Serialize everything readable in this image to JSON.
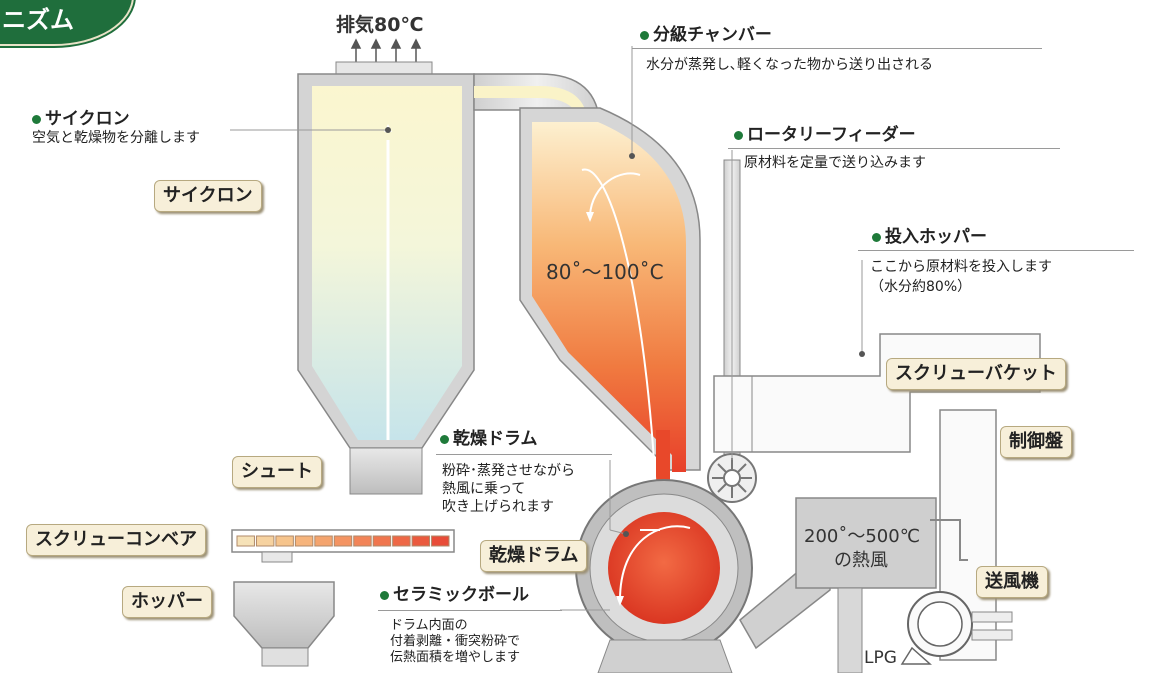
{
  "header": {
    "banner_text": "ニズム"
  },
  "exhaust": {
    "label": "排気80℃"
  },
  "annotations": {
    "cyclone": {
      "title": "サイクロン",
      "desc": "空気と乾燥物を分離します"
    },
    "classifier": {
      "title": "分級チャンバー",
      "desc": "水分が蒸発し､軽くなった物から送り出される"
    },
    "rotary_feeder": {
      "title": "ロータリーフィーダー",
      "desc": "原材料を定量で送り込みます"
    },
    "hopper_input": {
      "title": "投入ホッパー",
      "desc1": "ここから原材料を投入します",
      "desc2": "（水分約80%）"
    },
    "drum": {
      "title": "乾燥ドラム",
      "desc1": "粉砕･蒸発させながら",
      "desc2": "熱風に乗って",
      "desc3": "吹き上げられます"
    },
    "ceramic_ball": {
      "title": "セラミックボール",
      "desc1": "ドラム内面の",
      "desc2": "付着剥離・衝突粉砕で",
      "desc3": "伝熱面積を増やします"
    }
  },
  "tags": {
    "cyclone": "サイクロン",
    "chute": "シュート",
    "screw_conveyor": "スクリューコンベア",
    "hopper": "ホッパー",
    "drum": "乾燥ドラム",
    "screw_bucket": "スクリューバケット",
    "control_panel": "制御盤",
    "blower": "送風機"
  },
  "labels": {
    "temp_column": "80˚～100˚C",
    "hot_air_line1": "200˚～500℃",
    "hot_air_line2": "の熱風",
    "lpg": "LPG"
  },
  "colors": {
    "accent_green": "#1f7a3a",
    "pipe_gray": "#d9d9d9",
    "heat_red": "#e8482a",
    "heat_orange": "#f6a45c",
    "cyclone_yellow": "#fbf5c8",
    "cyclone_blue": "#cfe7ec"
  }
}
